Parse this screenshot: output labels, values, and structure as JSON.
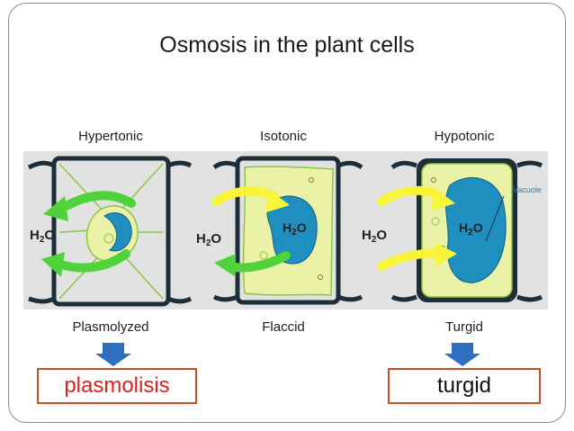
{
  "slide": {
    "title": "Osmosis in the plant cells"
  },
  "diagram": {
    "conditions": [
      "Hypertonic",
      "Isotonic",
      "Hypotonic"
    ],
    "states": [
      "Plasmolyzed",
      "Flaccid",
      "Turgid"
    ],
    "water": {
      "main": "H",
      "sub": "2",
      "tail": "O"
    },
    "vacuole_label": "Vacuole",
    "colors": {
      "band": "#e2e2e2",
      "cell_wall": "#1d2e38",
      "cytoplasm": "#e9f2a6",
      "vacuole": "#1e8fbf",
      "out_arrow": "#4fd23a",
      "in_arrow": "#f7f43a",
      "down_arrow": "#2f6fc0"
    }
  },
  "results": {
    "left": "plasmolisis",
    "right": "turgid",
    "left_color": "#e0201c",
    "border_color": "#c0502b"
  }
}
